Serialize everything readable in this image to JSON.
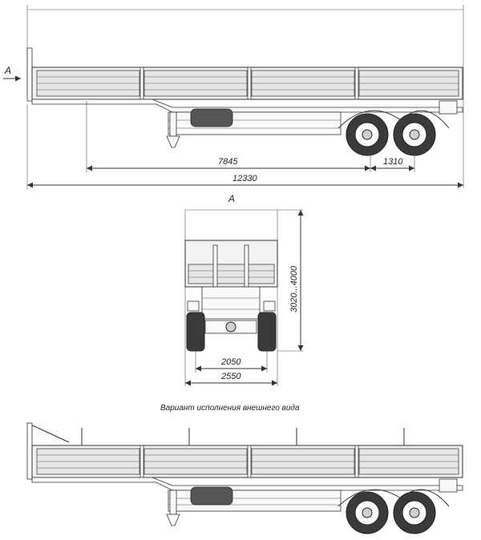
{
  "view_label": "A",
  "dimensions": {
    "wheelbase_to_axle": "7845",
    "axle_spacing": "1310",
    "overall_length": "12330",
    "height_range": "3020...4000",
    "track_width": "2050",
    "overall_width": "2550"
  },
  "caption": "Вариант исполнения внешнего вида"
}
